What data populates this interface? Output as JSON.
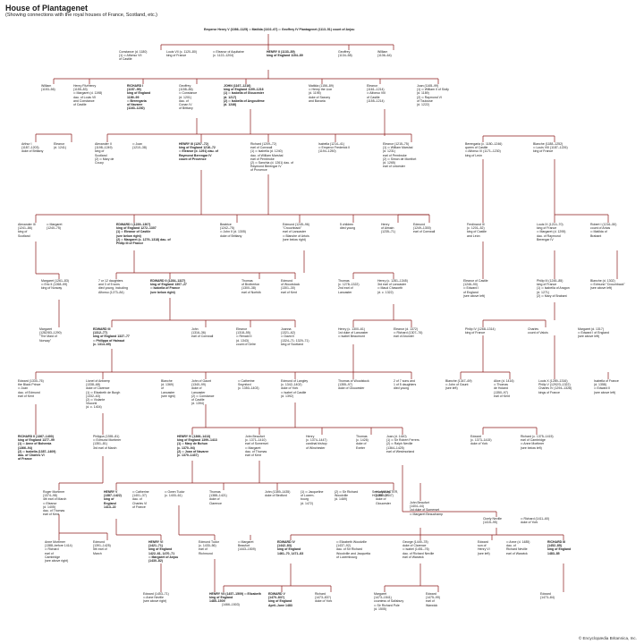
{
  "title": "House of Plantagenet",
  "subtitle": "(Showing connections with the royal houses of France, Scotland, etc.)",
  "credit": "© Encyclopædia Britannica, Inc.",
  "line_color": "#8b1a1a",
  "nodes": [
    {
      "id": "henry5",
      "text": "Emperor Henry V (1086–1125) ═ Matilda (1102–67) ═ Geoffrey IV Plantagenet (1113–51) count of Anjou"
    },
    {
      "id": "constance",
      "text": "Constance (d. 1180)\n(1) ═ Alfonso VII\nof Castile"
    },
    {
      "id": "louis7",
      "text": "Louis VII (c. 1120–80)\nking of France"
    },
    {
      "id": "eleanor_aq",
      "text": "═ Eleanor of Aquitaine\n(c. 1122–1204)"
    },
    {
      "id": "henry2",
      "text": "HENRY II (1133–89)\nking of England 1154–89"
    },
    {
      "id": "geoffrey1",
      "text": "Geoffrey\n(1134–58)"
    },
    {
      "id": "william1",
      "text": "William\n(1136–64)"
    },
    {
      "id": "william2",
      "text": "William\n(1153–56)"
    },
    {
      "id": "henry_fitz",
      "text": "Henry FitzHenry\n(1155–83)\n═ Margaret (d. 1198)\ndau. of Louis VII\nand Constance\nof Castile"
    },
    {
      "id": "richard1",
      "text": "RICHARD I\n(1157–99)\nking of England\n1189–99\n═ Berengaria\nof Navarre\n(1163–1230)"
    },
    {
      "id": "geoffrey2",
      "text": "Geoffrey\n(1158–86)\n═ Constance\n(d. 1201)\ndau. of\nConan IV\nof Brittany"
    },
    {
      "id": "john",
      "text": "JOHN (1167–1216)\nking of England 1199–1216\n(1) ═ Isabella of Gloucester\n(d. 1217)\n(2) ═ Isabella of Angoulême\n(d. 1246)"
    },
    {
      "id": "matilda2",
      "text": "Matilda (1156–89)\n═ Henry the Lion\n(d. 1195)\nduke of Saxony\nand Bavaria"
    },
    {
      "id": "eleanor2",
      "text": "Eleanor\n(1161–1214)\n═ Alfonso VIII\nof Castile\n(1155–1214)"
    },
    {
      "id": "joan1",
      "text": "Joan (1165–99)\n(1) ═ William II of Sicily\n(d. 1189)\n(2) ═ Raymond VI\nof Toulouse\n(d. 1222)"
    },
    {
      "id": "arthur",
      "text": "Arthur I\n(1187–1203)\nduke of Brittany"
    },
    {
      "id": "eleanor_b",
      "text": "Eleanor\n(d. 1241)"
    },
    {
      "id": "alex2",
      "text": "Alexander II\n(1198–1249)\nking of\nScotland\n(2) ═ Mary de\nCoucy"
    },
    {
      "id": "joan2",
      "text": "═ Joan\n(1210–38)"
    },
    {
      "id": "henry3",
      "text": "HENRY III (1207–72)\nking of England 1216–72\n═ Eleanor (d. 1291) dau. of\nRaymond Berengar IV\ncount of Provence"
    },
    {
      "id": "richard_corn",
      "text": "Richard (1209–72)\nearl of Cornwall\n(1) ═ Isabella (d. 1240)\ndau. of William Marshal\nearl of Pembroke\n(2) ═ Sanchia (d. 1261) dau. of\nRaymond Berengar IV\nof Provence"
    },
    {
      "id": "isabella_emp",
      "text": "Isabella (1214–41)\n═ Emperor Frederick II\n(1194–1250)"
    },
    {
      "id": "eleanor3",
      "text": "Eleanor (1215–75)\n(1) ═ William Marshal\n(d. 1231)\nearl of Pembroke\n(2) ═ Simon de Montfort\n(d. 1265)\nearl of Leicester"
    },
    {
      "id": "berengaria2",
      "text": "Berengaria (c. 1180–1246)\nqueen of Castile\n═ Alfonso IX (1171–1230)\nking of León"
    },
    {
      "id": "blanche_c",
      "text": "Blanche (1188–1252)\n═ Louis VIII (1187–1226)\nking of France"
    },
    {
      "id": "alex3",
      "text": "Alexander III\n(1241–86)\nking of\nScotland"
    },
    {
      "id": "margaret1",
      "text": "═ Margaret\n(1240–75)"
    },
    {
      "id": "edward1",
      "text": "EDWARD I (1239–1307)\nking of England 1272–1307\n(1) ═ Eleanor of Castile\n(see below right)\n(2) ═ Margaret (c. 1279–1318) dau. of\nPhilip III of France"
    },
    {
      "id": "beatrice",
      "text": "Beatrice\n(1242–75)\n═ John II (d. 1305)\nduke of Brittany"
    },
    {
      "id": "edmund_l",
      "text": "Edmund (1245–96)\n\"Crouchback\"\nearl of Lancaster\n═ Blanche of Artois\n(see below right)"
    },
    {
      "id": "fivechild",
      "text": "5 children\ndied young"
    },
    {
      "id": "henry_alm",
      "text": "Henry\nof Almain\n(1235–71)"
    },
    {
      "id": "edmund_c",
      "text": "Edmund\n(1249–1300)\nearl of Cornwall"
    },
    {
      "id": "ferdinand3",
      "text": "Ferdinand III\n(c. 1201–52)\nking of Castile\nand León"
    },
    {
      "id": "louis9",
      "text": "Louis IX (1214–70)\nking of France\n═ Margaret (d. 1295)\ndau. of Raymond\nBerengar IV"
    },
    {
      "id": "robert_art",
      "text": "Robert I (1216–50)\ncount of Artois\n═ Matilda of\nBrabant"
    },
    {
      "id": "margaret_s",
      "text": "Margaret (1261–83)\n═ Eric II (1268–99)\nking of Norway"
    },
    {
      "id": "daughters",
      "text": "7 or 12 daughters\nand 3 of 5 sons\ndied young, including\nAlfonso (1273–84)"
    },
    {
      "id": "edward2",
      "text": "EDWARD II (1284–1327)\nking of England 1307–27\n═ Isabella of France\n(see below right)"
    },
    {
      "id": "thomas_b",
      "text": "Thomas\nof Brotherton\n(1300–38)\nearl of Norfolk"
    },
    {
      "id": "edmund_w",
      "text": "Edmund\nof Woodstock\n(1301–30)\nearl of Kent"
    },
    {
      "id": "thomas_l",
      "text": "Thomas\n(c. 1278–1322)\n2nd earl of\nLancaster"
    },
    {
      "id": "henry_l",
      "text": "Henry (c. 1281–1345)\n3rd earl of Lancaster\n═ Maud Chaworth\n(d. c. 1322)"
    },
    {
      "id": "eleanor_c",
      "text": "Eleanor of Castile\n(1246–90)\n═ Edward I\nof England\n(see above left)"
    },
    {
      "id": "philip3",
      "text": "Philip III (1245–85)\nking of France\n(1) ═ Isabella of Aragon\n(d. 1271)\n(2) ═ Mary of Brabant"
    },
    {
      "id": "blanche_a",
      "text": "Blanche (d. 1302)\n═ Edmund \"Crouchback\"\n(see above left)"
    },
    {
      "id": "maid",
      "text": "Margaret\n(1282/83–1290)\n\"The Maid of\nNorway\""
    },
    {
      "id": "edward3",
      "text": "EDWARD III\n(1312–77)\nking of England 1327–77\n═ Philippa of Hainaut\n(c. 1314–69)"
    },
    {
      "id": "john_c",
      "text": "John\n(1316–36)\nearl of Cornwall"
    },
    {
      "id": "eleanor_g",
      "text": "Eleanor\n(1318–55)\n═ Renald II\n(d. 1343)\ncount of Gelre"
    },
    {
      "id": "joanna",
      "text": "Joanna\n(1321–62)\n═ David II\n(1324–71; 1329–71)\nking of Scotland"
    },
    {
      "id": "henry_gr",
      "text": "Henry (c. 1300–61)\n1st duke of Lancaster\n═ Isabel Beaumont"
    },
    {
      "id": "eleanor_l",
      "text": "Eleanor (d. 1372)\n═ Richard (1307–76)\nearl of Arundel"
    },
    {
      "id": "philip4",
      "text": "Philip IV (1268–1314)\nking of France"
    },
    {
      "id": "charles_v",
      "text": "Charles\ncount of Valois"
    },
    {
      "id": "margaret_e",
      "text": "Margaret (d. 1317)\n═ Edward I of England\n(see above left)"
    },
    {
      "id": "edward_bp",
      "text": "Edward (1330–76)\nthe Black Prince\n═ Joan\ndau. of Edmund\nearl of Kent"
    },
    {
      "id": "lionel",
      "text": "Lionel of Antwerp\n(1338–68)\nduke of Clarence\n(1) ═ Elizabeth de Burgh\n(1332–63)\n(2) ═ Violante\nVisconti\n(d. c. 1404)"
    },
    {
      "id": "blanche_l",
      "text": "Blanche\n(d. 1369)\nof\nLancaster\n(see right)"
    },
    {
      "id": "gaunt",
      "text": "John of Gaunt\n(1340–99)\nduke of\nLancaster\n(2) ═ Constance\nof Castile\n(d. 1394)"
    },
    {
      "id": "swynford",
      "text": "═ Catherine\nSwynford\n(c. 1350–1403)"
    },
    {
      "id": "edmund_y",
      "text": "Edmund of Langley\n(c. 1342–1402)\nduke of York\n═ Isabel of Castile\n(d. 1392)"
    },
    {
      "id": "thomas_w",
      "text": "Thomas of Woodstock\n(1355–97)\nduke of Gloucester"
    },
    {
      "id": "sons7",
      "text": "2 of 7 sons and\n1 of 5 daughters\ndied young"
    },
    {
      "id": "blanche2",
      "text": "Blanche (1347–69)\n═ John of Gaunt\n(see left)"
    },
    {
      "id": "alice",
      "text": "Alice (d. 1416)\n═ Thomas\nde Holand\n(1350–97)\nearl of Kent"
    },
    {
      "id": "louis_x",
      "text": "Louis X (1289–1316)\nPhilip V (1292/3–1322)\nCharles IV (1294–1328)\nkings of France"
    },
    {
      "id": "isabella_f",
      "text": "Isabella of France\n(d. 1358)\n═ Edward II\n(see above left)"
    },
    {
      "id": "richard2",
      "text": "RICHARD II (1367–1400)\nking of England 1377–99\n(1) ═ Anne of Bohemia\n(1366–94)\n(2) ═ Isabella (1387–1409)\ndau. of Charles VI\nof France"
    },
    {
      "id": "philippa",
      "text": "Philippa (1355–81)\n═ Edmund Mortimer\n(1351–81)\n3rd earl of March"
    },
    {
      "id": "henry4",
      "text": "HENRY IV (1366–1413)\nking of England 1399–1413\n(1) ═ Mary de Bohun\n(c. 1370–94)\n(2) ═ Joan of Navarre\n(c. 1370–1437)"
    },
    {
      "id": "john_bf",
      "text": "John Beaufort\n(c. 1371–1410)\nearl of Somerset\n═ Margaret\ndau. of Thomas\nearl of Kent"
    },
    {
      "id": "henry_bf",
      "text": "Henry\n(c. 1374–1447)\ncardinal bishop\nof Winchester"
    },
    {
      "id": "thomas_bf",
      "text": "Thomas\n(c. 1426)\nduke of\nExeter"
    },
    {
      "id": "joan_bf",
      "text": "Joan (d. 1440)\n(1) ═ Sir Robert Ferrers\n(2) ═ Ralph Neville\n(1364–1425)\nearl of Westmorland"
    },
    {
      "id": "edward_y",
      "text": "Edward\n(c. 1373–1415)\nduke of York"
    },
    {
      "id": "richard_c",
      "text": "Richard (c. 1375–1415)\nearl of Cambridge\n═ Anne Mortimer\n(see below left)"
    },
    {
      "id": "see_lanc",
      "text": "See LANCASTER,\nHOUSE OF"
    },
    {
      "id": "roger",
      "text": "Roger Mortimer\n(1374–98)\n4th earl of March\n═ Eleanor\n(d. 1405)\ndau. of Thomas\nearl of Kent"
    },
    {
      "id": "henry5b",
      "text": "HENRY V\n(1387–1422)\nking of\nEngland\n1413–22"
    },
    {
      "id": "catherine_v",
      "text": "═ Catherine\n(1401–37)\ndau. of\nCharles VI\nof France"
    },
    {
      "id": "owen",
      "text": "═ Owen Tudor\n(c. 1400–61)"
    },
    {
      "id": "thomas_cl",
      "text": "Thomas\n(1388–1421)\nduke of\nClarence"
    },
    {
      "id": "john_bed",
      "text": "John (1389–1435)\nduke of Bedford"
    },
    {
      "id": "jacqueline",
      "text": "(1) ═ Jacqueline\nof Luxem-\nbourg\n(d. 1472)"
    },
    {
      "id": "richard_wood",
      "text": "(2) ═ Sir Richard\nWoodville\n(d. 1469)"
    },
    {
      "id": "humphrey",
      "text": "Humphrey\n(1390–1447)\nduke of\nGloucester"
    },
    {
      "id": "john_bf2",
      "text": "John Beaufort\n(1404–44)\n1st duke of Somerset\n═ Margaret Beauchamp"
    },
    {
      "id": "cicely",
      "text": "Cicely Neville\n(1415–95)"
    },
    {
      "id": "richard_y",
      "text": "═ Richard (1411–60)\nduke of York"
    },
    {
      "id": "anne_m",
      "text": "Anne Mortimer\n(1388–before 1414)\n═ Richard\nearl of\nCambridge\n(see above right)"
    },
    {
      "id": "edmund_m",
      "text": "Edmund\n(1391–1425)\n5th earl of\nMarch"
    },
    {
      "id": "henry6",
      "text": "HENRY VI\n(1421–71)\nking of England\n1422–61, 1470–71\n═ Margaret of Anjou\n(1430–82)"
    },
    {
      "id": "edmund_t",
      "text": "Edmund Tudor\n(c. 1430–56)\nearl of\nRichmond"
    },
    {
      "id": "margaret_bf",
      "text": "═ Margaret\nBeaufort\n(1443–1509)"
    },
    {
      "id": "edward4",
      "text": "EDWARD IV\n(1442–83)\nking of England\n1461–70, 1471–83"
    },
    {
      "id": "elizabeth_w",
      "text": "═ Elizabeth Woodville\n(1437–92)\ndau. of Sir Richard\nWoodville and Jacquetta\nof Luxembourg"
    },
    {
      "id": "george",
      "text": "George (1449–78)\nduke of Clarence\n═ Isabel (1451–76)\ndau. of Richard Neville\nearl of Warwick"
    },
    {
      "id": "edward_n",
      "text": "Edward\nson of\nHenry VI\n(see left)"
    },
    {
      "id": "anne_n",
      "text": "═ Anne (d. 1485)\ndau. of\nRichard Neville\nearl of Warwick"
    },
    {
      "id": "richard3",
      "text": "RICHARD III\n(1452–85)\nking of England\n1483–85"
    },
    {
      "id": "edward_an",
      "text": "Edward (1453–71)\n═ Anne Neville\n(see above right)"
    },
    {
      "id": "henry7",
      "text": "HENRY VII (1457–1509) ═ Elizabeth\nking of England\n1485–1509"
    },
    {
      "id": "elizabeth_y",
      "text": "(1466–1503)"
    },
    {
      "id": "edward5",
      "text": "EDWARD V\n(1470–83?)\nking of England\nApril–June 1483"
    },
    {
      "id": "richard_s",
      "text": "Richard\n(1473–83?)\nduke of York"
    },
    {
      "id": "margaret_pole",
      "text": "Margaret\n(1473–1541)\ncountess of Salisbury\n═ Sir Richard Pole\n(d. 1505)"
    },
    {
      "id": "edward_wk",
      "text": "Edward\n(1475–99)\nearl of\nWarwick"
    },
    {
      "id": "edward_m",
      "text": "Edward\n(1473–84)"
    }
  ]
}
